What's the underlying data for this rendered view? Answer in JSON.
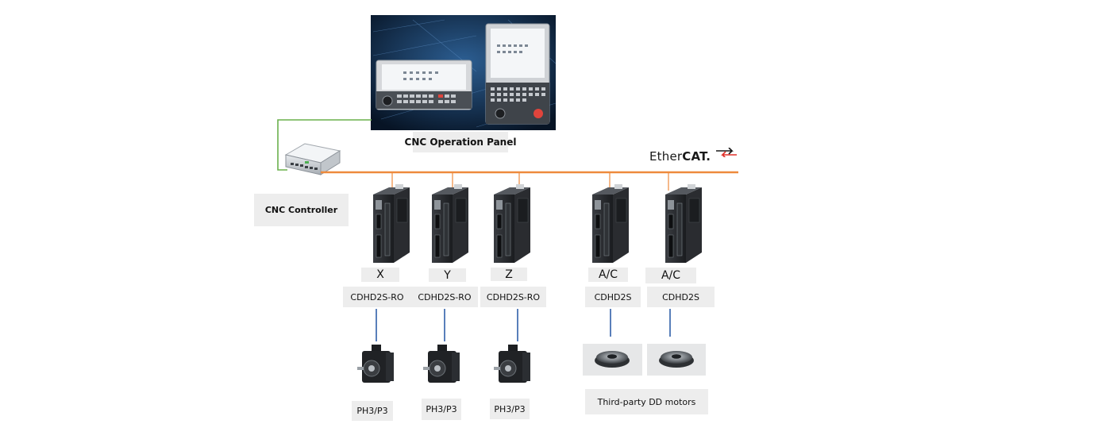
{
  "network": {
    "bus_label_prefix": "Ether",
    "bus_label_bold": "CAT.",
    "bus_color": "#ee8a3c",
    "link_color": "#6ab04c",
    "motor_link_color": "#2f5fa8"
  },
  "panel": {
    "label": "CNC Operation Panel"
  },
  "controller": {
    "label": "CNC Controller"
  },
  "drives": [
    {
      "axis": "X",
      "model": "CDHD2S-RO",
      "motor": "PH3/P3"
    },
    {
      "axis": "Y",
      "model": "CDHD2S-RO",
      "motor": "PH3/P3"
    },
    {
      "axis": "Z",
      "model": "CDHD2S-RO",
      "motor": "PH3/P3"
    },
    {
      "axis": "A/C",
      "model": "CDHD2S"
    },
    {
      "axis": "A/C",
      "model": "CDHD2S"
    }
  ],
  "dd_motors": {
    "label": "Third-party DD motors"
  }
}
